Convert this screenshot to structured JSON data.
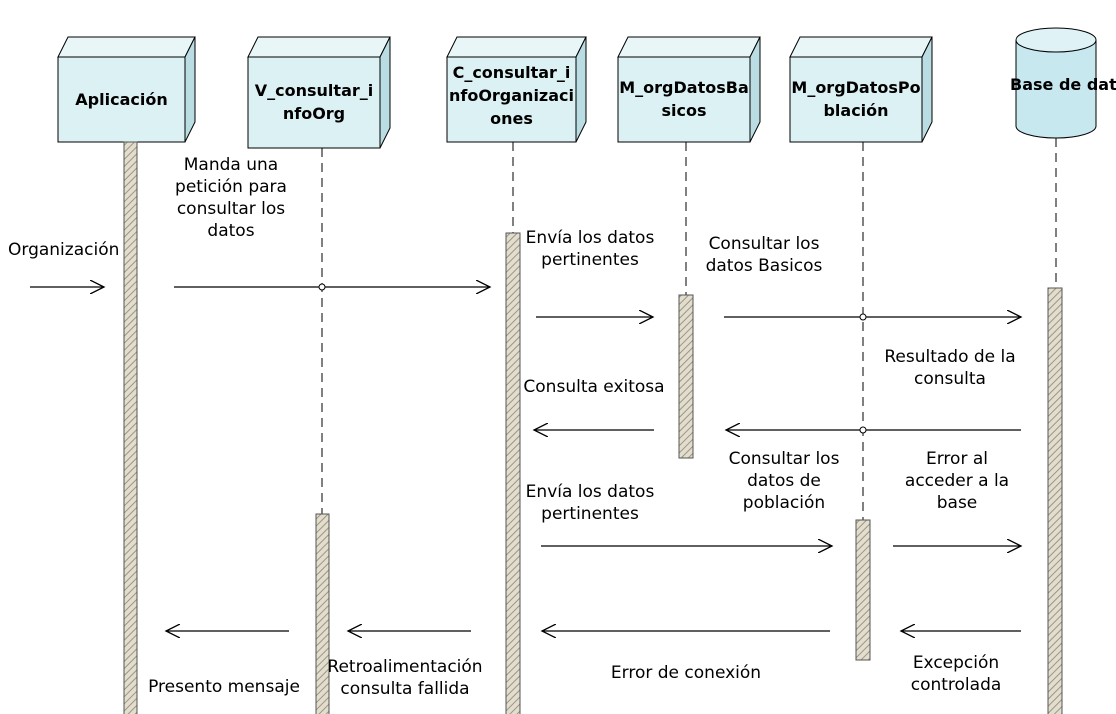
{
  "participants": [
    {
      "id": "app",
      "label": "Aplicación",
      "kind": "node"
    },
    {
      "id": "view",
      "label": "V_consultar_i\nnfoOrg",
      "kind": "node"
    },
    {
      "id": "ctrl",
      "label": "C_consultar_i\nnfoOrganizaci\nones",
      "kind": "node"
    },
    {
      "id": "mbas",
      "label": "M_orgDatosBa\nsicos",
      "kind": "node"
    },
    {
      "id": "mpob",
      "label": "M_orgDatosPo\nblación",
      "kind": "node"
    },
    {
      "id": "db",
      "label": "Base de datos",
      "kind": "database"
    }
  ],
  "messages": {
    "m0": "Organización",
    "m1": "Manda una\npetición para\nconsultar los\ndatos",
    "m2": "Envía los datos\npertinentes",
    "m3": "Consultar los\ndatos Basicos",
    "m4": "Resultado de la\nconsulta",
    "m5": "Consulta exitosa",
    "m6": "Envía los datos\npertinentes",
    "m7": "Consultar los\ndatos de\npoblación",
    "m8": "Error al\nacceder a la\nbase",
    "m9": "Excepción\ncontrolada",
    "m10": "Error de conexión",
    "m11": "Retroalimentación\nconsulta fallida",
    "m12": "Presento mensaje"
  },
  "colors": {
    "node_fill": "#dcf1f3",
    "node_stroke": "#000000",
    "db_fill": "#c8e8ef",
    "activation_fill": "#d8d4c6",
    "activation_hatch": "#9a9585",
    "line": "#000000"
  }
}
